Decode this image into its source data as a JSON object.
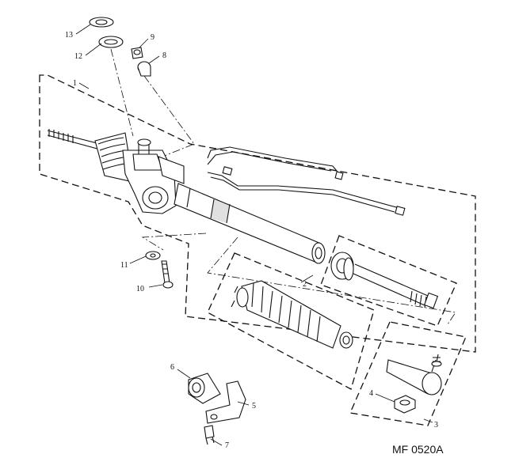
{
  "drawing_ref": "MF 0520A",
  "callouts": [
    {
      "id": "c1",
      "label": "1"
    },
    {
      "id": "c2",
      "label": "2"
    },
    {
      "id": "c3",
      "label": "3"
    },
    {
      "id": "c4",
      "label": "4"
    },
    {
      "id": "c5",
      "label": "5"
    },
    {
      "id": "c6",
      "label": "6"
    },
    {
      "id": "c7",
      "label": "7"
    },
    {
      "id": "c8",
      "label": "8"
    },
    {
      "id": "c9",
      "label": "9"
    },
    {
      "id": "c10",
      "label": "10"
    },
    {
      "id": "c11",
      "label": "11"
    },
    {
      "id": "c12",
      "label": "12"
    },
    {
      "id": "c13",
      "label": "13"
    }
  ]
}
